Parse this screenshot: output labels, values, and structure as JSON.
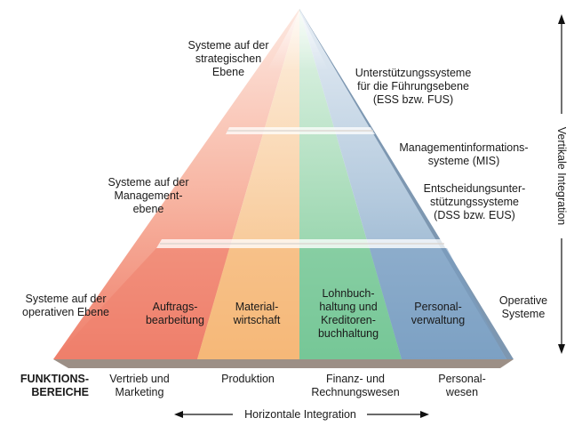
{
  "levels": {
    "strategic": "Systeme auf der\nstrategischen\nEbene",
    "management": "Systeme auf der\nManagement-\nebene",
    "operative": "Systeme auf der\noperativen Ebene"
  },
  "systems": {
    "ess": "Unterstützungssysteme\nfür die Führungsebene\n(ESS bzw. FUS)",
    "mis": "Managementinformations-\nsysteme (MIS)",
    "dss": "Entscheidungsunter-\nstützungssysteme\n(DSS bzw. EUS)",
    "operative": "Operative\nSysteme"
  },
  "cells": {
    "auftrag": "Auftrags-\nbearbeitung",
    "material": "Material-\nwirtschaft",
    "lohn": "Lohnbuch-\nhaltung und\nKreditoren-\nbuchhaltung",
    "personal": "Personal-\nverwaltung"
  },
  "functions": {
    "heading": "FUNKTIONS-\nBEREICHE",
    "vertrieb": "Vertrieb und\nMarketing",
    "produktion": "Produktion",
    "finanz": "Finanz- und\nRechnungswesen",
    "personal": "Personal-\nwesen"
  },
  "axes": {
    "horizontal": "Horizontale Integration",
    "vertical": "Vertikale Integration"
  },
  "colors": {
    "red": "#f0836e",
    "orange": "#f7b97e",
    "green": "#7fce9f",
    "blue": "#86a9c9"
  }
}
